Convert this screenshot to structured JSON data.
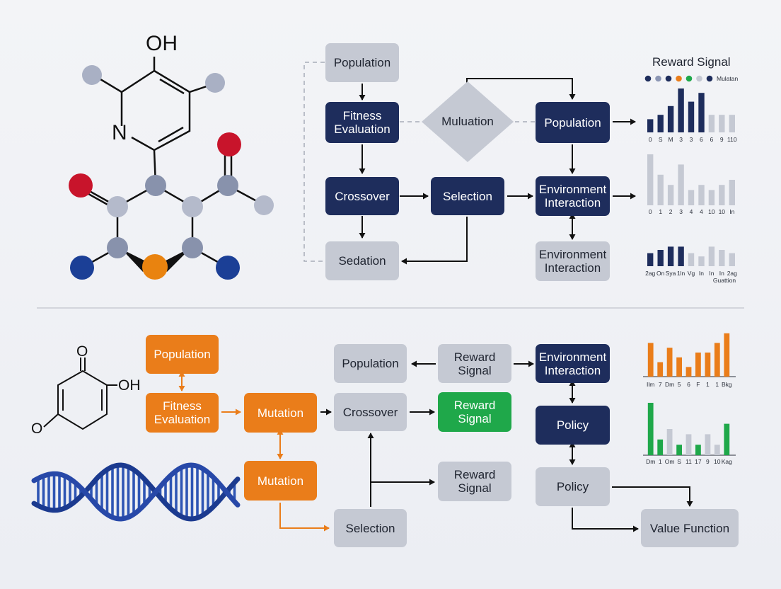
{
  "colors": {
    "navy": "#1e2d5c",
    "gray_box": "#c5c9d3",
    "orange": "#ea7d1a",
    "green": "#1fa84a",
    "bar_navy": "#1e2d5c",
    "bar_gray": "#c5c9d3",
    "atom_red": "#c8142b",
    "atom_blue": "#1b3f96",
    "atom_orange": "#e9830f",
    "atom_gray": "#a9b0c4"
  },
  "molecule_top": {
    "oh_label": "OH",
    "n_label": "N"
  },
  "molecule_bottom": {
    "o_top_label": "O",
    "oh_label": "OH",
    "o_bottom_label": "O"
  },
  "top_flow": {
    "population_1": "Population",
    "fitness": "Fitness\nEvaluation",
    "mutation_diamond": "Muluation",
    "population_2": "Population",
    "crossover": "Crossover",
    "selection": "Selection",
    "env_interaction_1": "Environment\nInteraction",
    "sedation": "Sedation",
    "env_interaction_2": "Environment\nInteraction"
  },
  "bottom_flow": {
    "population": "Population",
    "fitness": "Fitness\nEvaluation",
    "mutation_1": "Mutation",
    "mutation_2": "Mutation",
    "population_2": "Population",
    "crossover": "Crossover",
    "selection": "Selection",
    "reward_1": "Reward\nSignal",
    "reward_2": "Reward\nSignal",
    "reward_3": "Reward\nSignal",
    "env_interaction": "Environment\nInteraction",
    "policy_1": "Policy",
    "policy_2": "Policy",
    "value_function": "Value Function"
  },
  "chart_data": [
    {
      "type": "bar",
      "title": "Reward Signal",
      "legend_label": "Mulatan",
      "legend_colors": [
        "#1e2d5c",
        "#8c96b4",
        "#1e2d5c",
        "#ea7d1a",
        "#1fa84a",
        "#c5c9d3",
        "#1e2d5c"
      ],
      "categories": [
        "0",
        "S",
        "M",
        "3",
        "3",
        "6",
        "6",
        "9",
        "110"
      ],
      "values": [
        3,
        4,
        6,
        10,
        7,
        9,
        4,
        4,
        4
      ],
      "colors": [
        "#1e2d5c",
        "#1e2d5c",
        "#1e2d5c",
        "#1e2d5c",
        "#1e2d5c",
        "#1e2d5c",
        "#c5c9d3",
        "#c5c9d3",
        "#c5c9d3"
      ],
      "ylim": [
        0,
        10
      ]
    },
    {
      "type": "bar",
      "categories": [
        "0",
        "1",
        "2",
        "3",
        "4",
        "4",
        "10",
        "10",
        "In"
      ],
      "values": [
        10,
        6,
        4,
        8,
        3,
        4,
        3,
        4,
        5
      ],
      "colors": [
        "#c5c9d3",
        "#c5c9d3",
        "#c5c9d3",
        "#c5c9d3",
        "#c5c9d3",
        "#c5c9d3",
        "#c5c9d3",
        "#c5c9d3",
        "#c5c9d3"
      ],
      "ylim": [
        0,
        10
      ]
    },
    {
      "type": "bar",
      "categories": [
        "2ag",
        "On",
        "Sya",
        "1ln",
        "Vg",
        "In",
        "In",
        "In",
        "2ag"
      ],
      "extra_label": "Guattion",
      "values": [
        4,
        5,
        6,
        6,
        4,
        3,
        6,
        5,
        4
      ],
      "colors": [
        "#1e2d5c",
        "#1e2d5c",
        "#1e2d5c",
        "#1e2d5c",
        "#c5c9d3",
        "#c5c9d3",
        "#c5c9d3",
        "#c5c9d3",
        "#c5c9d3"
      ],
      "ylim": [
        0,
        10
      ]
    },
    {
      "type": "bar",
      "categories": [
        "Ilm",
        "7",
        "Dm",
        "5",
        "6",
        "F",
        "1",
        "1",
        "Bkg"
      ],
      "values": [
        7,
        3,
        6,
        4,
        2,
        5,
        5,
        7,
        9
      ],
      "colors": [
        "#ea7d1a",
        "#ea7d1a",
        "#ea7d1a",
        "#ea7d1a",
        "#ea7d1a",
        "#ea7d1a",
        "#ea7d1a",
        "#ea7d1a",
        "#ea7d1a"
      ],
      "ylim": [
        0,
        10
      ]
    },
    {
      "type": "bar",
      "categories": [
        "Dm",
        "1",
        "Om",
        "S",
        "11",
        "17",
        "9",
        "10",
        "Kag"
      ],
      "values": [
        10,
        3,
        5,
        2,
        4,
        2,
        4,
        2,
        6
      ],
      "colors": [
        "#1fa84a",
        "#1fa84a",
        "#c5c9d3",
        "#1fa84a",
        "#c5c9d3",
        "#1fa84a",
        "#c5c9d3",
        "#c5c9d3",
        "#1fa84a"
      ],
      "ylim": [
        0,
        10
      ]
    }
  ]
}
